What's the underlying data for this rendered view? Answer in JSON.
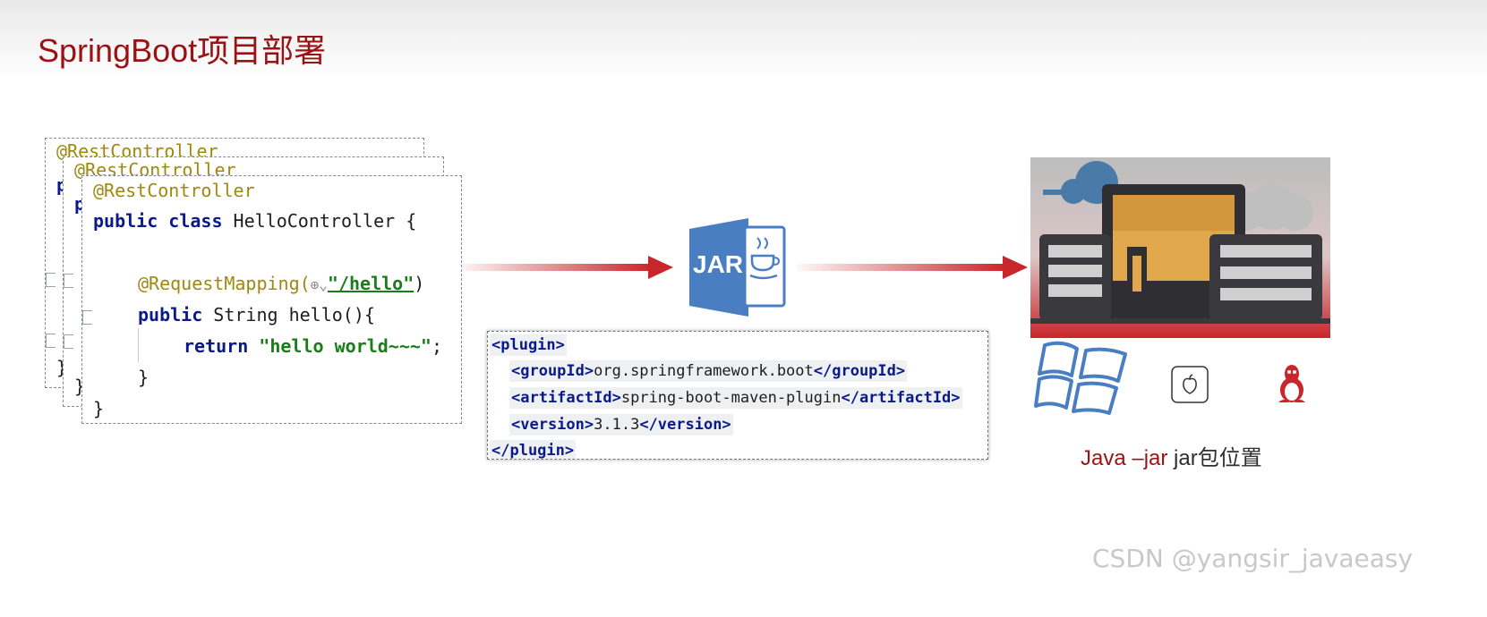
{
  "title": "SpringBoot项目部署",
  "code": {
    "annotation": "@RestController",
    "class_line_kw": "public class",
    "class_name": " HelloController {",
    "mapping_annotation": "@RequestMapping(",
    "mapping_path": "\"/hello\"",
    "mapping_close": ")",
    "method_kw": "public",
    "method_rest": " String hello(){",
    "return_kw": "return",
    "return_value": "\"hello world~~~\"",
    "return_end": ";",
    "close_brace": "}",
    "partial_p": "p"
  },
  "jar_icon": {
    "label": "JAR"
  },
  "xml": {
    "plugin_open": "<plugin>",
    "group_open": "<groupId>",
    "group_value": "org.springframework.boot",
    "group_close": "</groupId>",
    "artifact_open": "<artifactId>",
    "artifact_value": "spring-boot-maven-plugin",
    "artifact_close": "</artifactId>",
    "version_open": "<version>",
    "version_value": "3.1.3",
    "version_close": "</version>",
    "plugin_close": "</plugin>"
  },
  "run_caption": {
    "command": "Java –jar",
    "location": " jar包位置"
  },
  "os_icons": [
    "windows-icon",
    "apple-icon",
    "linux-icon"
  ],
  "watermark": "CSDN @yangsir_javaeasy",
  "colors": {
    "title_red": "#9b1214",
    "arrow_red": "#c8262a",
    "jar_blue": "#4a7ec3"
  }
}
